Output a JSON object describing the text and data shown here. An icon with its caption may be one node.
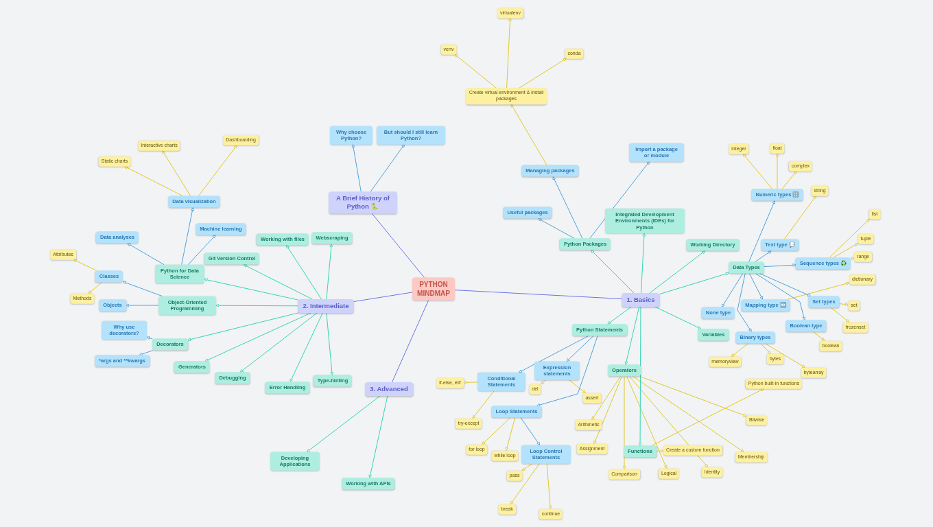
{
  "diagram": {
    "nodes": [
      {
        "text": [
          "PYTHON MINDMAP"
        ]
      },
      {
        "text": [
          "A Brief History of Python 🐍"
        ]
      },
      {
        "text": [
          "Why choose Python?"
        ]
      },
      {
        "text": [
          "But should I still learn Python?"
        ]
      },
      {
        "text": [
          "1. Basics"
        ]
      },
      {
        "text": [
          "Python Packages"
        ]
      },
      {
        "text": [
          "Managing packages"
        ]
      },
      {
        "text": [
          "Create virtual environment & install packages"
        ]
      },
      {
        "text": [
          "venv"
        ]
      },
      {
        "text": [
          "virtualenv"
        ]
      },
      {
        "text": [
          "conda"
        ]
      },
      {
        "text": [
          "Useful packages"
        ]
      },
      {
        "text": [
          "Import a package or module"
        ]
      },
      {
        "text": [
          "Integrated Development Environments (IDEs) for Python"
        ]
      },
      {
        "text": [
          "Working Directory"
        ]
      },
      {
        "text": [
          "Data Types"
        ]
      },
      {
        "text": [
          "Numeric types 🔢"
        ]
      },
      {
        "text": [
          "integer"
        ]
      },
      {
        "text": [
          "float"
        ]
      },
      {
        "text": [
          "complex"
        ]
      },
      {
        "text": [
          "Text type 💬"
        ]
      },
      {
        "text": [
          "string"
        ]
      },
      {
        "text": [
          "Sequence types ♻️"
        ]
      },
      {
        "text": [
          "list"
        ]
      },
      {
        "text": [
          "tuple"
        ]
      },
      {
        "text": [
          "range"
        ]
      },
      {
        "text": [
          "None type"
        ]
      },
      {
        "text": [
          "Mapping type ↔️"
        ]
      },
      {
        "text": [
          "dictionary"
        ]
      },
      {
        "text": [
          "Set types"
        ]
      },
      {
        "text": [
          "set"
        ]
      },
      {
        "text": [
          "frozenset"
        ]
      },
      {
        "text": [
          "Boolean type"
        ]
      },
      {
        "text": [
          "boolean"
        ]
      },
      {
        "text": [
          "Binary types"
        ]
      },
      {
        "text": [
          "memoryview"
        ]
      },
      {
        "text": [
          "bytes"
        ]
      },
      {
        "text": [
          "bytearray"
        ]
      },
      {
        "text": [
          "Variables"
        ]
      },
      {
        "text": [
          "Python Statements"
        ]
      },
      {
        "text": [
          "Conditional Statements"
        ]
      },
      {
        "text": [
          "if-else, elif"
        ]
      },
      {
        "text": [
          "try-except"
        ]
      },
      {
        "text": [
          "Expression statements"
        ]
      },
      {
        "text": [
          "del"
        ]
      },
      {
        "text": [
          "assert"
        ]
      },
      {
        "text": [
          "Loop Statements"
        ]
      },
      {
        "text": [
          "for loop"
        ]
      },
      {
        "text": [
          "while loop"
        ]
      },
      {
        "text": [
          "Loop Control Statements"
        ]
      },
      {
        "text": [
          "pass"
        ]
      },
      {
        "text": [
          "break"
        ]
      },
      {
        "text": [
          "continue"
        ]
      },
      {
        "text": [
          "Operators"
        ]
      },
      {
        "text": [
          "Arithmetic"
        ]
      },
      {
        "text": [
          "Assignment"
        ]
      },
      {
        "text": [
          "Comparison"
        ]
      },
      {
        "text": [
          "Logical"
        ]
      },
      {
        "text": [
          "Identity"
        ]
      },
      {
        "text": [
          "Membership"
        ]
      },
      {
        "text": [
          "Bitwise"
        ]
      },
      {
        "text": [
          "Functions"
        ]
      },
      {
        "text": [
          "Python built-in functions"
        ]
      },
      {
        "text": [
          "Create a custom function"
        ]
      },
      {
        "text": [
          "2. Intermediate"
        ]
      },
      {
        "text": [
          "Python for Data Science"
        ]
      },
      {
        "text": [
          "Data visualization"
        ]
      },
      {
        "text": [
          "Static charts"
        ]
      },
      {
        "text": [
          "Interactive charts"
        ]
      },
      {
        "text": [
          "Dashboarding"
        ]
      },
      {
        "text": [
          "Machine learning"
        ]
      },
      {
        "text": [
          "Data analyses"
        ]
      },
      {
        "text": [
          "Object-Oriented Programming"
        ]
      },
      {
        "text": [
          "Classes"
        ]
      },
      {
        "text": [
          "Attributes"
        ]
      },
      {
        "text": [
          "Methods"
        ]
      },
      {
        "text": [
          "Objects"
        ]
      },
      {
        "text": [
          "Decorators"
        ]
      },
      {
        "text": [
          "Why use decorators?"
        ]
      },
      {
        "text": [
          "*args and **kwargs"
        ]
      },
      {
        "text": [
          "Generators"
        ]
      },
      {
        "text": [
          "Debugging"
        ]
      },
      {
        "text": [
          "Error Handling"
        ]
      },
      {
        "text": [
          "Type-hinting"
        ]
      },
      {
        "text": [
          "Git Version Control"
        ]
      },
      {
        "text": [
          "Working with files"
        ]
      },
      {
        "text": [
          "Webscraping"
        ]
      },
      {
        "text": [
          "3. Advanced"
        ]
      },
      {
        "text": [
          "Developing Applications"
        ]
      },
      {
        "text": [
          "Working with APIs"
        ]
      }
    ],
    "edges": [
      {
        "from": 0,
        "to": 1,
        "arrow": "none",
        "color": "#6c74e6"
      },
      {
        "from": 1,
        "to": 2,
        "arrow": "to",
        "color": "#4ea3dc"
      },
      {
        "from": 1,
        "to": 3,
        "arrow": "to",
        "color": "#4ea3dc"
      },
      {
        "from": 0,
        "to": 4,
        "arrow": "none",
        "color": "#6c74e6"
      },
      {
        "from": 4,
        "to": 5,
        "arrow": "to",
        "color": "#33d6b2"
      },
      {
        "from": 5,
        "to": 6,
        "arrow": "to",
        "color": "#4ea3dc"
      },
      {
        "from": 6,
        "to": 7,
        "arrow": "to"
      },
      {
        "from": 7,
        "to": 8,
        "arrow": "to"
      },
      {
        "from": 7,
        "to": 9,
        "arrow": "to"
      },
      {
        "from": 7,
        "to": 10,
        "arrow": "to"
      },
      {
        "from": 5,
        "to": 11,
        "arrow": "to",
        "color": "#4ea3dc"
      },
      {
        "from": 5,
        "to": 12,
        "arrow": "to",
        "color": "#4ea3dc"
      },
      {
        "from": 4,
        "to": 13,
        "arrow": "to",
        "color": "#33d6b2"
      },
      {
        "from": 4,
        "to": 14,
        "arrow": "to",
        "color": "#33d6b2"
      },
      {
        "from": 4,
        "to": 15,
        "arrow": "to",
        "color": "#33d6b2"
      },
      {
        "from": 15,
        "to": 16,
        "arrow": "to",
        "color": "#4ea3dc"
      },
      {
        "from": 16,
        "to": 17,
        "arrow": "to"
      },
      {
        "from": 16,
        "to": 18,
        "arrow": "to"
      },
      {
        "from": 16,
        "to": 19,
        "arrow": "to"
      },
      {
        "from": 15,
        "to": 20,
        "arrow": "to",
        "color": "#4ea3dc"
      },
      {
        "from": 20,
        "to": 21,
        "arrow": "to"
      },
      {
        "from": 15,
        "to": 22,
        "arrow": "to",
        "color": "#4ea3dc"
      },
      {
        "from": 22,
        "to": 23,
        "arrow": "to"
      },
      {
        "from": 22,
        "to": 24,
        "arrow": "to"
      },
      {
        "from": 22,
        "to": 25,
        "arrow": "to"
      },
      {
        "from": 15,
        "to": 26,
        "arrow": "to",
        "color": "#4ea3dc"
      },
      {
        "from": 15,
        "to": 27,
        "arrow": "to",
        "color": "#4ea3dc"
      },
      {
        "from": 27,
        "to": 28,
        "arrow": "to"
      },
      {
        "from": 15,
        "to": 29,
        "arrow": "to",
        "color": "#4ea3dc"
      },
      {
        "from": 29,
        "to": 30,
        "arrow": "to"
      },
      {
        "from": 29,
        "to": 31,
        "arrow": "to"
      },
      {
        "from": 15,
        "to": 32,
        "arrow": "to",
        "color": "#4ea3dc"
      },
      {
        "from": 32,
        "to": 33,
        "arrow": "to"
      },
      {
        "from": 15,
        "to": 34,
        "arrow": "to",
        "color": "#4ea3dc"
      },
      {
        "from": 34,
        "to": 35,
        "arrow": "to"
      },
      {
        "from": 34,
        "to": 36,
        "arrow": "to"
      },
      {
        "from": 34,
        "to": 37,
        "arrow": "to"
      },
      {
        "from": 4,
        "to": 38,
        "arrow": "to",
        "color": "#33d6b2"
      },
      {
        "from": 4,
        "to": 39,
        "arrow": "to",
        "color": "#33d6b2"
      },
      {
        "from": 39,
        "to": 40,
        "arrow": "to",
        "color": "#4ea3dc"
      },
      {
        "from": 40,
        "to": 41,
        "arrow": "to"
      },
      {
        "from": 40,
        "to": 42,
        "arrow": "to"
      },
      {
        "from": 39,
        "to": 43,
        "arrow": "to",
        "color": "#4ea3dc"
      },
      {
        "from": 43,
        "to": 44,
        "arrow": "to"
      },
      {
        "from": 43,
        "to": 45,
        "arrow": "to"
      },
      {
        "from": 39,
        "to": 46,
        "arrow": "to",
        "color": "#4ea3dc"
      },
      {
        "from": 46,
        "to": 47,
        "arrow": "to"
      },
      {
        "from": 46,
        "to": 48,
        "arrow": "to"
      },
      {
        "from": 46,
        "to": 49,
        "arrow": "to",
        "color": "#4ea3dc"
      },
      {
        "from": 49,
        "to": 50,
        "arrow": "to"
      },
      {
        "from": 49,
        "to": 51,
        "arrow": "to"
      },
      {
        "from": 49,
        "to": 52,
        "arrow": "to"
      },
      {
        "from": 4,
        "to": 53,
        "arrow": "to",
        "color": "#33d6b2"
      },
      {
        "from": 53,
        "to": 54,
        "arrow": "to"
      },
      {
        "from": 53,
        "to": 55,
        "arrow": "to"
      },
      {
        "from": 53,
        "to": 56,
        "arrow": "to"
      },
      {
        "from": 53,
        "to": 57,
        "arrow": "to"
      },
      {
        "from": 53,
        "to": 58,
        "arrow": "to"
      },
      {
        "from": 53,
        "to": 59,
        "arrow": "to"
      },
      {
        "from": 53,
        "to": 60,
        "arrow": "to"
      },
      {
        "from": 4,
        "to": 61,
        "arrow": "to",
        "color": "#33d6b2"
      },
      {
        "from": 61,
        "to": 62,
        "arrow": "to"
      },
      {
        "from": 61,
        "to": 63,
        "arrow": "to"
      },
      {
        "from": 0,
        "to": 64,
        "arrow": "none",
        "color": "#6c74e6"
      },
      {
        "from": 64,
        "to": 65,
        "arrow": "to",
        "color": "#33d6b2"
      },
      {
        "from": 65,
        "to": 66,
        "arrow": "to",
        "color": "#4ea3dc"
      },
      {
        "from": 66,
        "to": 67,
        "arrow": "to"
      },
      {
        "from": 66,
        "to": 68,
        "arrow": "to"
      },
      {
        "from": 66,
        "to": 69,
        "arrow": "to"
      },
      {
        "from": 65,
        "to": 70,
        "arrow": "to",
        "color": "#4ea3dc"
      },
      {
        "from": 65,
        "to": 71,
        "arrow": "to",
        "color": "#4ea3dc"
      },
      {
        "from": 64,
        "to": 72,
        "arrow": "to",
        "color": "#33d6b2"
      },
      {
        "from": 72,
        "to": 73,
        "arrow": "to",
        "color": "#4ea3dc"
      },
      {
        "from": 73,
        "to": 74,
        "arrow": "to"
      },
      {
        "from": 73,
        "to": 75,
        "arrow": "to"
      },
      {
        "from": 72,
        "to": 76,
        "arrow": "to",
        "color": "#4ea3dc"
      },
      {
        "from": 64,
        "to": 77,
        "arrow": "to",
        "color": "#33d6b2"
      },
      {
        "from": 77,
        "to": 78,
        "arrow": "to",
        "color": "#4ea3dc"
      },
      {
        "from": 77,
        "to": 79,
        "arrow": "to",
        "color": "#4ea3dc"
      },
      {
        "from": 64,
        "to": 80,
        "arrow": "to",
        "color": "#33d6b2"
      },
      {
        "from": 64,
        "to": 81,
        "arrow": "to",
        "color": "#33d6b2"
      },
      {
        "from": 64,
        "to": 82,
        "arrow": "to",
        "color": "#33d6b2"
      },
      {
        "from": 64,
        "to": 83,
        "arrow": "to",
        "color": "#33d6b2"
      },
      {
        "from": 64,
        "to": 84,
        "arrow": "to",
        "color": "#33d6b2"
      },
      {
        "from": 64,
        "to": 85,
        "arrow": "to",
        "color": "#33d6b2"
      },
      {
        "from": 64,
        "to": 86,
        "arrow": "to",
        "color": "#33d6b2"
      },
      {
        "from": 0,
        "to": 87,
        "arrow": "none",
        "color": "#6c74e6"
      },
      {
        "from": 87,
        "to": 88,
        "arrow": "to",
        "color": "#33d6b2"
      },
      {
        "from": 87,
        "to": 89,
        "arrow": "to",
        "color": "#33d6b2"
      }
    ]
  }
}
